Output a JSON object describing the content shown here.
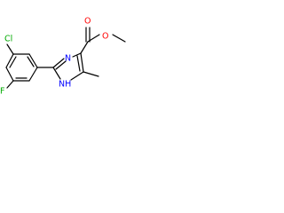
{
  "molecule": {
    "atoms": {
      "o_carbonyl": "O",
      "o_ester": "O",
      "n_ring": "N",
      "nh_ring": "NH",
      "cl": "Cl",
      "f": "F"
    },
    "colors": {
      "oxygen": "#ff0000",
      "nitrogen": "#0000ff",
      "chlorine": "#00aa00",
      "fluorine": "#00aa00",
      "bond": "#000000"
    }
  }
}
